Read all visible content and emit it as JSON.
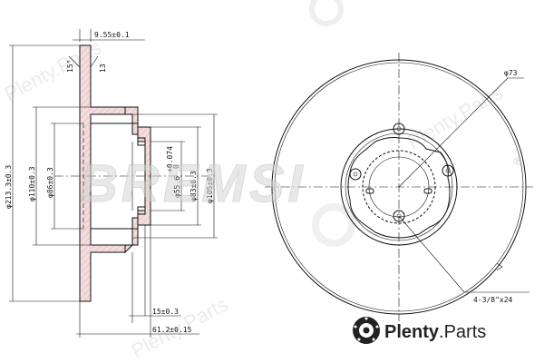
{
  "dimensions": {
    "top_thickness": "9.55±0.1",
    "angle_a": "15°",
    "angle_b": "13",
    "outer_dia": "φ213.3±0.3",
    "hub_outer": "φ110±0.3",
    "hub_inner": "φ86±0.3",
    "center_bore": "φ55.6",
    "center_bore_tol_upper": "+0.074",
    "center_bore_tol_lower": "0",
    "bolt_circle": "φ83±0.3",
    "hat_dia": "φ105±0.3",
    "hub_depth": "15±0.3",
    "total_height": "61.2±0.15",
    "pcd": "φ73",
    "holes": "4-3/8\"x24"
  },
  "watermark": {
    "brand": "BREMSI",
    "registered": "®",
    "site_name": "Plenty",
    "site_dot": ".",
    "site_tld": "Parts",
    "faint_text": "Plenty.Parts"
  },
  "colors": {
    "ink": "#111111",
    "hatch": "#f2dcdc",
    "watermark": "#e7e7e7",
    "logo": "#222222"
  }
}
